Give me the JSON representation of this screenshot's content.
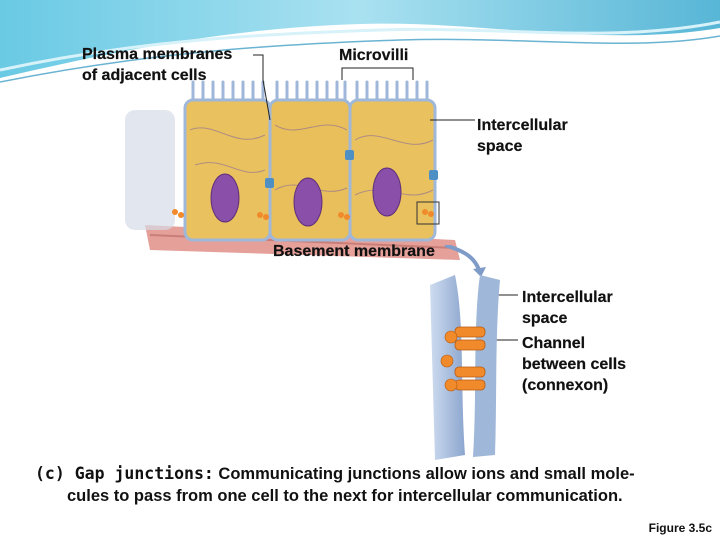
{
  "labels": {
    "plasma_membranes": [
      "Plasma membranes",
      "of adjacent cells"
    ],
    "microvilli": "Microvilli",
    "intercellular_space_top": [
      "Intercellular",
      "space"
    ],
    "basement_membrane": "Basement membrane",
    "intercellular_space_bottom": [
      "Intercellular",
      "space"
    ],
    "channel": [
      "Channel",
      "between cells",
      "(connexon)"
    ]
  },
  "caption": {
    "tag": "(c) Gap junctions:",
    "line1_rest": " Communicating junctions allow ions and small mole-",
    "line2": "cules to pass from one cell to the next for intercellular communication."
  },
  "figure_ref": "Figure 3.5c",
  "colors": {
    "header_wave": "#3bb3d6",
    "cytoplasm": "#e9c25f",
    "nucleus": "#8a4fa8",
    "basement": "#e5a09a",
    "membrane": "#9fb7d8",
    "connexon": "#f08a2a"
  }
}
